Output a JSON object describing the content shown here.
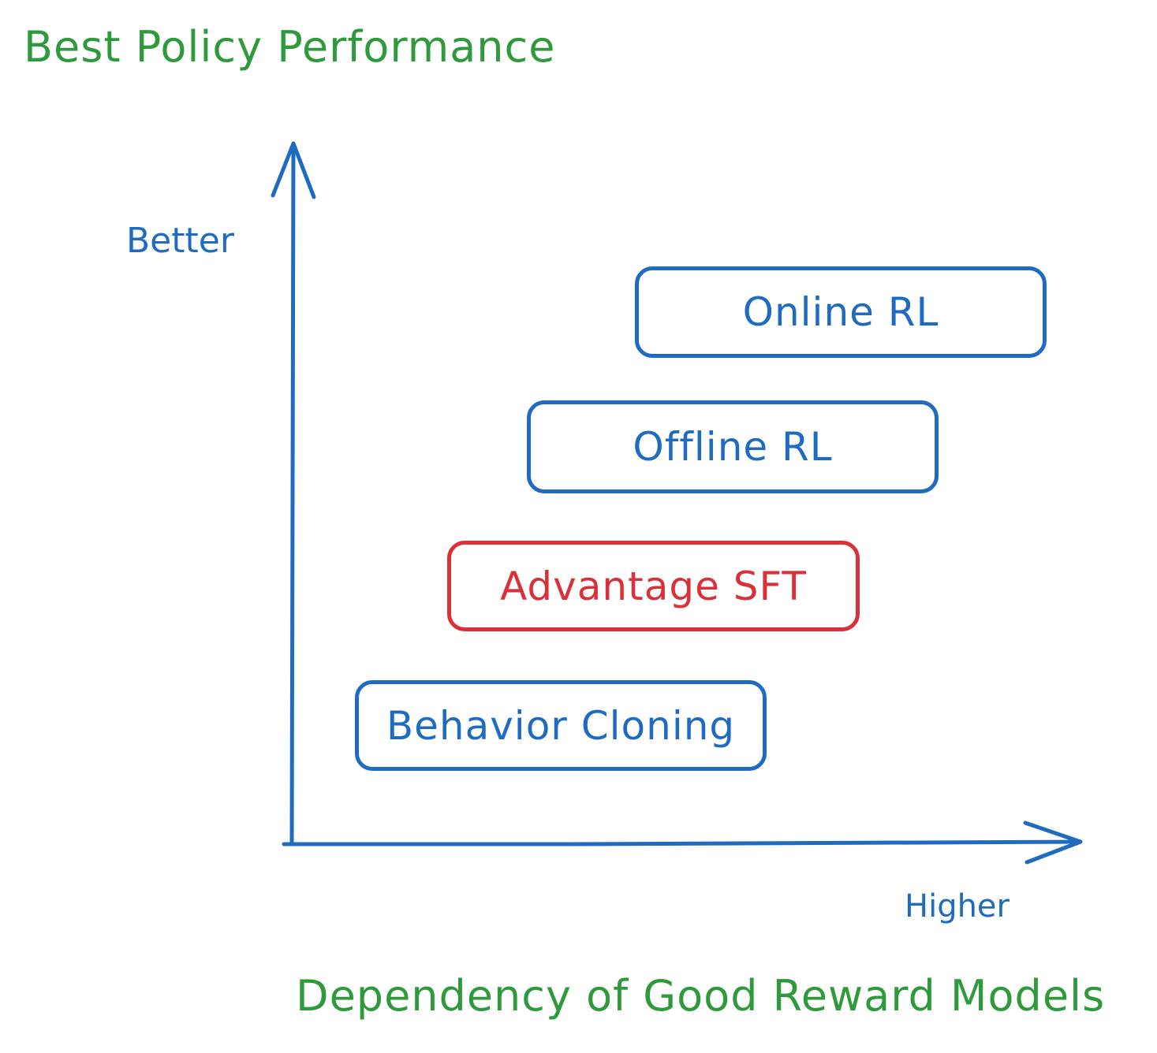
{
  "colors": {
    "title": "#2f9a3c",
    "axis": "#1f6bc0",
    "box": "#1f6bc0",
    "highlight": "#d9303a",
    "background": "#ffffff"
  },
  "y_axis": {
    "title": "Best Policy Performance",
    "label": "Better"
  },
  "x_axis": {
    "title": "Dependency of Good Reward Models",
    "label": "Higher"
  },
  "boxes": [
    {
      "label": "Online RL",
      "highlight": false
    },
    {
      "label": "Offline RL",
      "highlight": false
    },
    {
      "label": "Advantage SFT",
      "highlight": true
    },
    {
      "label": "Behavior Cloning",
      "highlight": false
    }
  ]
}
